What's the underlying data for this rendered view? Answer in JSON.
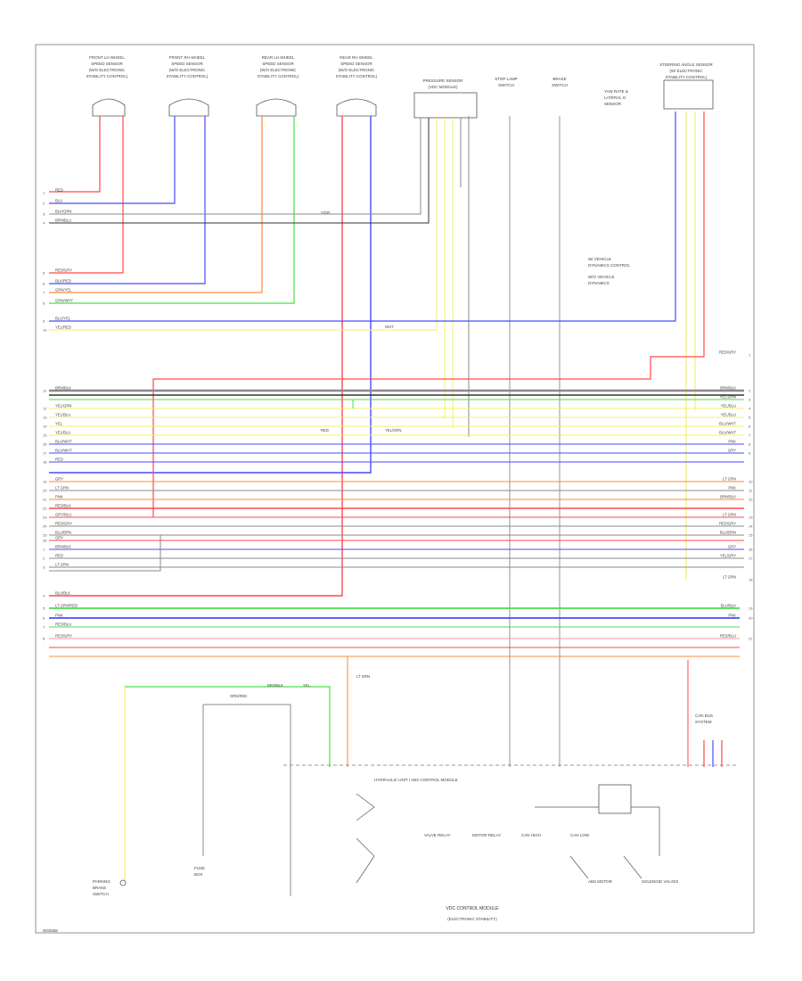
{
  "page": {
    "footer_code": "W32568"
  },
  "components": {
    "sensor_fl": [
      "FRONT LH WHEEL",
      "SPEED SENSOR",
      "(W/O ELECTRONIC",
      "STABILITY CONTROL)"
    ],
    "sensor_fr": [
      "FRONT RH WHEEL",
      "SPEED SENSOR",
      "(W/O ELECTRONIC",
      "STABILITY CONTROL)"
    ],
    "sensor_rl": [
      "REAR LH WHEEL",
      "SPEED SENSOR",
      "(W/O ELECTRONIC",
      "STABILITY CONTROL)"
    ],
    "sensor_rr": [
      "REAR RH WHEEL",
      "SPEED SENSOR",
      "(W/O ELECTRONIC",
      "STABILITY CONTROL)"
    ],
    "pressure_sensor": [
      "PRESSURE SENSOR",
      "(VDC MODULE)"
    ],
    "stop_lamp_sw": [
      "STOP LAMP",
      "SWITCH"
    ],
    "brake_sw": [
      "BRAKE",
      "SWITCH"
    ],
    "yaw_rate": [
      "YAW RATE &",
      "LATERAL G",
      "SENSOR"
    ],
    "steering_sensor": [
      "STEERING ANGLE SENSOR",
      "(W/ ELECTRONIC",
      "STABILITY CONTROL)"
    ],
    "park_brake": [
      "PARKING",
      "BRAKE",
      "SWITCH"
    ],
    "fuse": [
      "FUSE",
      "BOX"
    ],
    "control_module": "HYDRAULIC UNIT / ABS CONTROL MODULE",
    "module_title": "VDC CONTROL MODULE",
    "module_sub": "(ELECTRONIC STABILITY)",
    "battery": [
      "CAN BUS",
      "SYSTEM"
    ],
    "inner_labels": [
      "VALVE RELAY",
      "MOTOR RELAY",
      "CAN HIGH",
      "CAN LOW",
      "ABS MOTOR",
      "SOLENOID VALVES"
    ],
    "legend": [
      "W/ VEHICLE",
      "DYNAMICS CONTROL",
      "W/O VEHICLE",
      "DYNAMICS"
    ]
  },
  "wires_left": [
    "RED",
    "BLU",
    "BLK/GRN",
    "BRN/BLU",
    "RED/GRY",
    "BLK/RED",
    "GRN/YEL",
    "GRN/WHT",
    "BLU/YEL",
    "YEL/RED",
    "BRN/BLK",
    "YEL/GRN",
    "YEL/BLU",
    "YEL",
    "YEL/BLU",
    "BLU/WHT",
    "BLU/WHT",
    "RED",
    "GRY",
    "LT GRN",
    "PNK",
    "RED/BLK",
    "GRY/BLU",
    "RED/GRY",
    "BLU/BRN",
    "GRY",
    "BRN/BLK",
    "RED",
    "LT GRN",
    "BLU/BLK",
    "LT GRN/RED",
    "PNK",
    "RED/BLU",
    "RED/GRY"
  ],
  "wires_right": [
    "RED/GRY",
    "BRN/BLK",
    "YEL/GRN",
    "YEL/BLU",
    "YEL/BLU",
    "BLU/WHT",
    "BLU/WHT",
    "PNK",
    "GRY",
    "LT GRN",
    "PNK",
    "BRN/BLK",
    "LT GRN",
    "RED/GRY",
    "BLU/BRN",
    "GRY",
    "YEL/GRY",
    "LT GRN",
    "BLU/BLK",
    "PNK",
    "RED/BLU"
  ],
  "wire_notes": [
    "Y/GR",
    "WHT",
    "RED",
    "YEL/GRN",
    "BRN/BLK",
    "YEL",
    "LT GRN",
    "GRN/RED"
  ],
  "pins": [
    "1",
    "2",
    "3",
    "4",
    "5",
    "6",
    "7",
    "8",
    "9",
    "10",
    "11",
    "12",
    "13",
    "14",
    "15",
    "16",
    "17",
    "18",
    "19",
    "20",
    "21",
    "22",
    "23",
    "24",
    "25",
    "26"
  ],
  "colors": {
    "red": "#ff4a4a",
    "blue": "#4a4aff",
    "green": "#4adf4a",
    "yellow": "#f0f070",
    "orange": "#ff8a3a",
    "gray": "#8a8a8a",
    "black": "#333333",
    "pink": "#ff9a9a"
  }
}
